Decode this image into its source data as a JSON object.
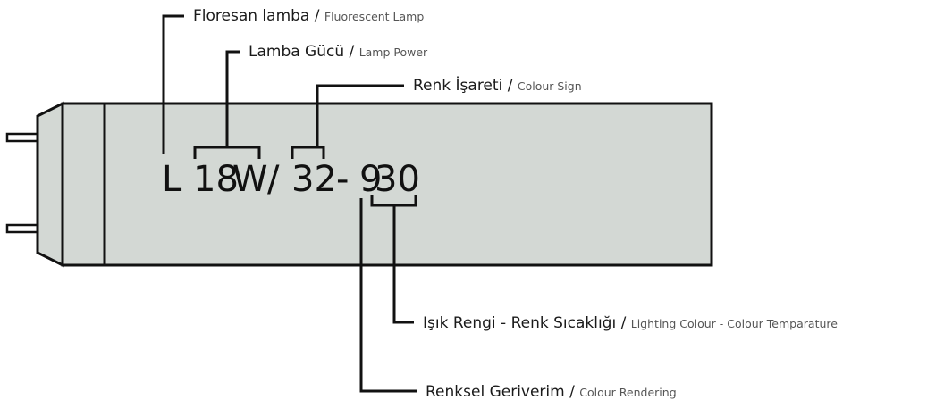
{
  "lamp": {
    "body_color": "#d3d8d4",
    "outline_color": "#111111",
    "code": {
      "type": "L",
      "power": "18",
      "unit": "W",
      "slash": "/",
      "colour": "32",
      "dash": "-",
      "rendering": "9",
      "temperature": "30"
    }
  },
  "labels": {
    "fluorescent": {
      "tr": "Floresan lamba",
      "sep": " / ",
      "en": "Fluorescent Lamp"
    },
    "power": {
      "tr": "Lamba Gücü",
      "sep": " / ",
      "en": "Lamp Power"
    },
    "colour_sign": {
      "tr": "Renk İşareti",
      "sep": " / ",
      "en": "Colour Sign"
    },
    "light_colour": {
      "tr": "Işık Rengi - Renk Sıcaklığı",
      "sep": " / ",
      "en": "Lighting Colour - Colour Temparature"
    },
    "rendering": {
      "tr": "Renksel Geriverim",
      "sep": " / ",
      "en": "Colour Rendering"
    }
  }
}
